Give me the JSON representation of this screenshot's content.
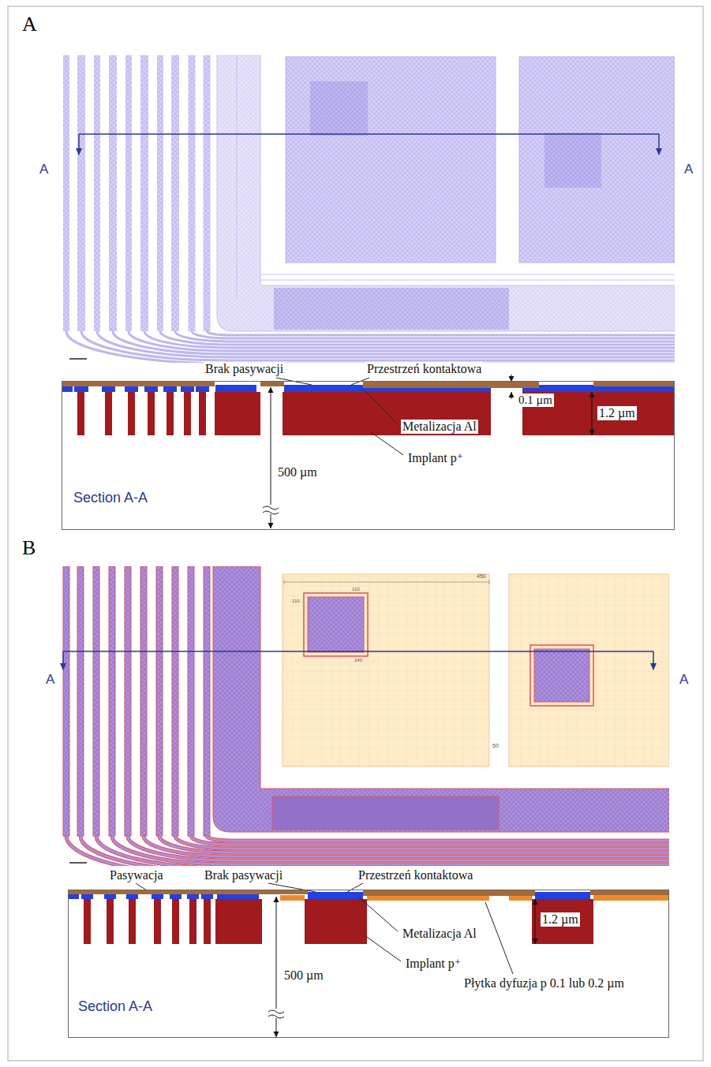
{
  "diagram": {
    "nodes": [
      {
        "text": [
          "Section A-A"
        ]
      },
      {
        "text": [
          "Section A-A"
        ]
      }
    ],
    "labels": [
      "A",
      "A",
      "A",
      "Brak pasywacji",
      "Przestrzeń kontaktowa",
      "0.1 µm",
      "1.2 µm",
      "Metalizacja Al",
      "Implant p⁺",
      "500 µm",
      "B",
      "A",
      "A",
      "450",
      "110",
      "110",
      "140",
      "50",
      "Pasywacja",
      "Brak pasywacji",
      "Przestrzeń kontaktowa",
      "1.2 µm",
      "Metalizacja Al",
      "Implant p⁺",
      "500 µm",
      "Płytka dyfuzja p 0.1 lub 0.2 µm"
    ]
  }
}
